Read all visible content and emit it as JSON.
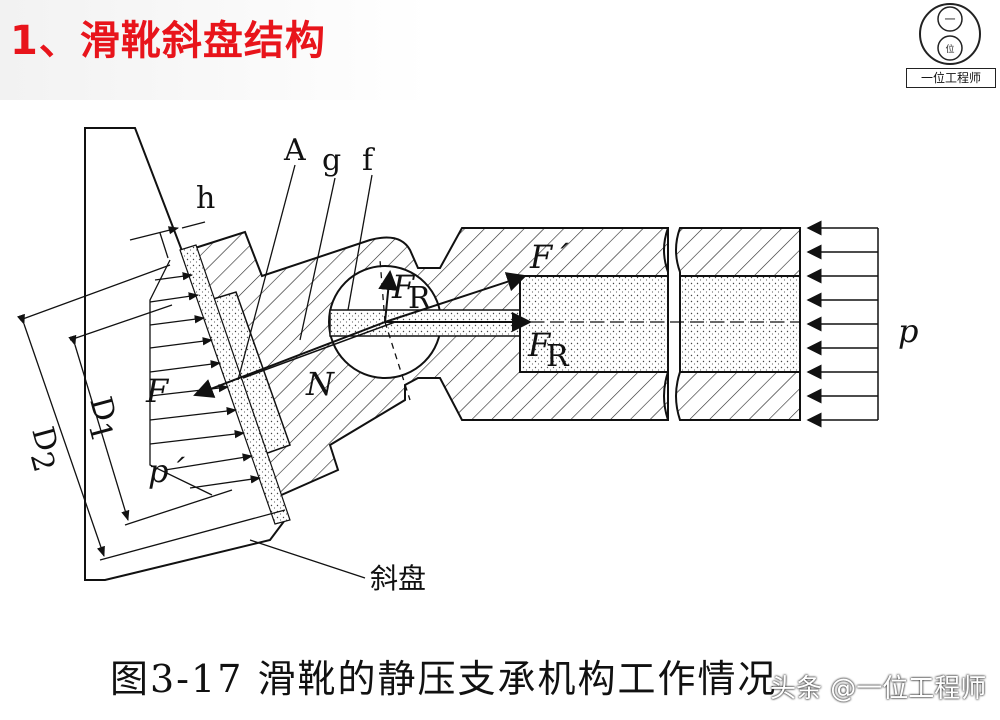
{
  "title": "1、滑靴斜盘结构",
  "logo": {
    "text": "一位工程师",
    "inner": [
      "一",
      "位"
    ]
  },
  "labels": {
    "A": "A",
    "g": "g",
    "f": "f",
    "h": "h",
    "F_prime": "F´",
    "F_R_top": "F",
    "R_top": "R",
    "F_R_bot": "F",
    "R_bot": "R",
    "p": "p",
    "F": "F",
    "N": "N",
    "p_prime": "p´",
    "D1": "D",
    "D1_sub": "1",
    "D2": "D",
    "D2_sub": "2",
    "swashplate": "斜盘"
  },
  "caption": "图3-17   滑靴的静压支承机构工作情况",
  "watermark": "头条 @一位工程师"
}
